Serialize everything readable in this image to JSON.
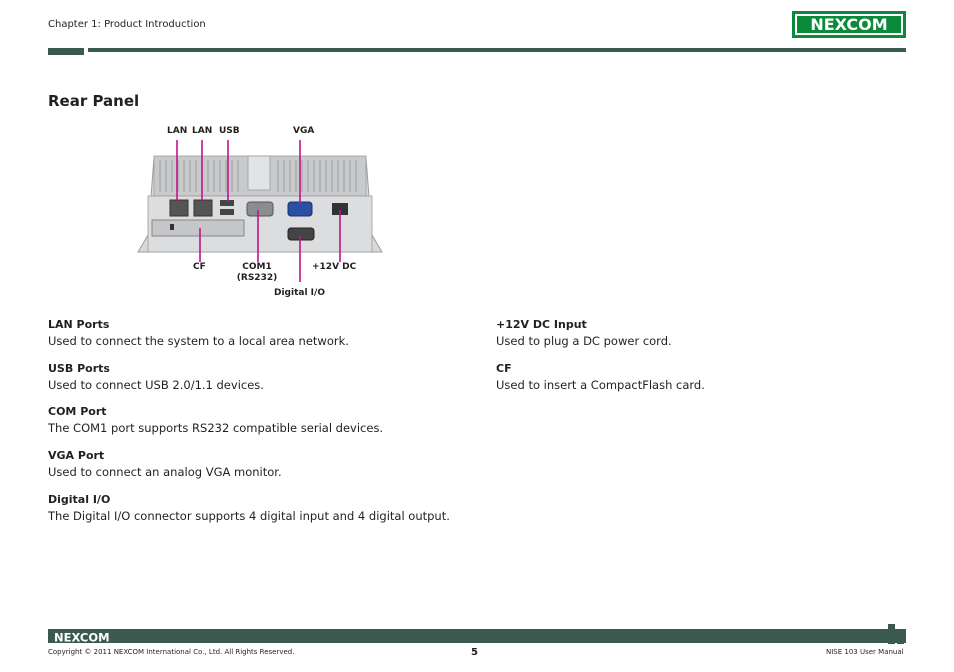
{
  "header": {
    "chapter": "Chapter 1: Product Introduction",
    "logo_text": "NEXCOM"
  },
  "section": {
    "title": "Rear Panel"
  },
  "diagram": {
    "callouts": {
      "lan1": "LAN",
      "lan2": "LAN",
      "usb": "USB",
      "vga": "VGA",
      "cf": "CF",
      "com1": "COM1",
      "com1_sub": "(RS232)",
      "dc": "+12V DC",
      "dio": "Digital I/O"
    },
    "callout_color": "#c0148c"
  },
  "left_items": [
    {
      "title": "LAN Ports",
      "desc": "Used to connect the system to a local area network."
    },
    {
      "title": "USB Ports",
      "desc": "Used to connect USB 2.0/1.1 devices."
    },
    {
      "title": "COM Port",
      "desc": "The COM1 port supports RS232 compatible serial devices."
    },
    {
      "title": "VGA Port",
      "desc": "Used to connect an analog VGA monitor."
    },
    {
      "title": "Digital I/O",
      "desc": "The Digital I/O connector supports 4 digital input and 4 digital output."
    }
  ],
  "right_items": [
    {
      "title": "+12V DC Input",
      "desc": "Used to plug a DC power cord."
    },
    {
      "title": "CF",
      "desc": "Used to insert a CompactFlash card."
    }
  ],
  "footer": {
    "logo_text": "NEXCOM",
    "copyright": "Copyright © 2011 NEXCOM International Co., Ltd. All Rights Reserved.",
    "page_number": "5",
    "manual_name": "NISE 103 User Manual"
  },
  "colors": {
    "brand_green": "#0a8a3a",
    "rule_dark": "#3a5a50"
  }
}
